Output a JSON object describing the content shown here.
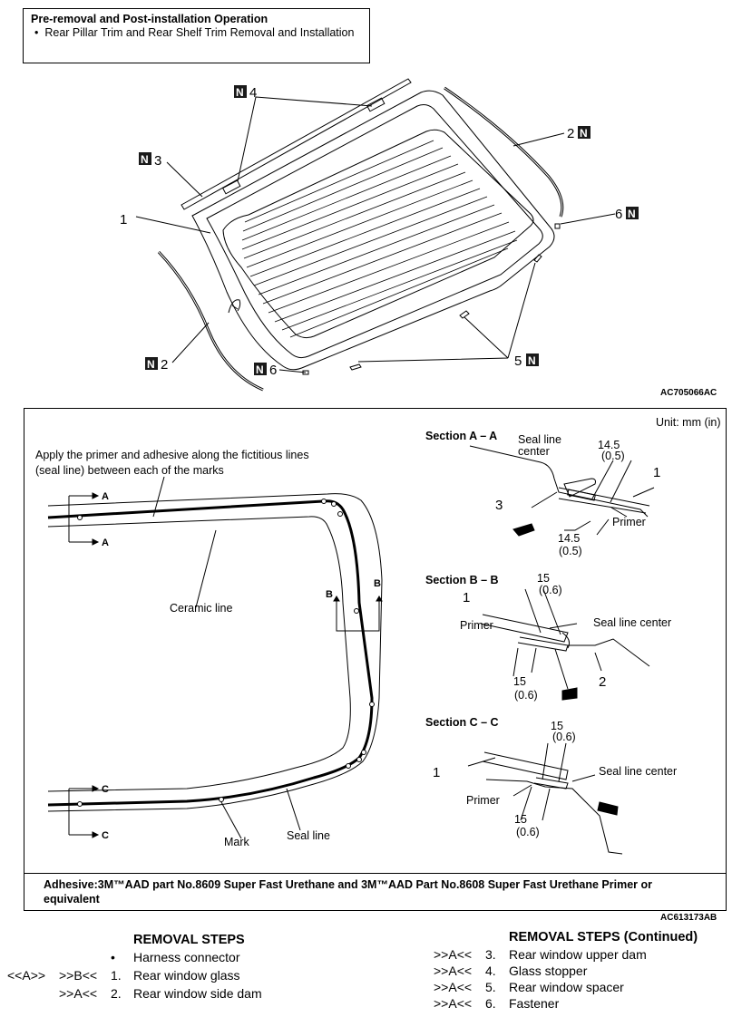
{
  "pre_op": {
    "title": "Pre-removal and Post-installation Operation",
    "bullet": "•",
    "item": "Rear Pillar Trim and Rear Shelf Trim Removal and Installation"
  },
  "diagram1": {
    "code": "AC705066AC",
    "callouts": {
      "c1": "1",
      "c2a": "2",
      "c2b": "2",
      "c3": "3",
      "c4": "4",
      "c5": "5",
      "c6a": "6",
      "c6b": "6",
      "n": "N"
    }
  },
  "diagram2": {
    "unit": "Unit: mm (in)",
    "apply_note": "Apply the primer and adhesive along the fictitious lines (seal line) between each of the marks",
    "ceramic_line": "Ceramic line",
    "mark": "Mark",
    "seal_line": "Seal line",
    "sec_letters": {
      "a": "A",
      "b": "B",
      "c": "C"
    },
    "section_a": {
      "title": "Section A – A",
      "seal_line_center": "Seal line center",
      "dim": "14.5",
      "dim_in": "(0.5)",
      "primer": "Primer",
      "n1": "1",
      "n3": "3"
    },
    "section_b": {
      "title": "Section B – B",
      "seal_line_center": "Seal line center",
      "dim": "15",
      "dim_in": "(0.6)",
      "primer": "Primer",
      "n1": "1",
      "n2": "2"
    },
    "section_c": {
      "title": "Section C – C",
      "seal_line_center": "Seal line center",
      "dim": "15",
      "dim_in": "(0.6)",
      "primer": "Primer",
      "n1": "1"
    },
    "adhesive": "Adhesive:3M™AAD part No.8609 Super Fast Urethane and 3M™AAD Part No.8608 Super Fast Urethane Primer or equivalent",
    "code": "AC613173AB"
  },
  "removal_steps": {
    "heading": "REMOVAL STEPS",
    "items": [
      {
        "pre": "",
        "ref": "",
        "num": "•",
        "text": "Harness connector"
      },
      {
        "pre": "<<A>>",
        "ref": ">>B<<",
        "num": "1.",
        "text": "Rear window glass"
      },
      {
        "pre": "",
        "ref": ">>A<<",
        "num": "2.",
        "text": "Rear window side dam"
      }
    ]
  },
  "removal_steps_cont": {
    "heading": "REMOVAL STEPS (Continued)",
    "items": [
      {
        "ref": ">>A<<",
        "num": "3.",
        "text": "Rear window upper dam"
      },
      {
        "ref": ">>A<<",
        "num": "4.",
        "text": "Glass stopper"
      },
      {
        "ref": ">>A<<",
        "num": "5.",
        "text": "Rear window spacer"
      },
      {
        "ref": ">>A<<",
        "num": "6.",
        "text": "Fastener"
      }
    ]
  }
}
